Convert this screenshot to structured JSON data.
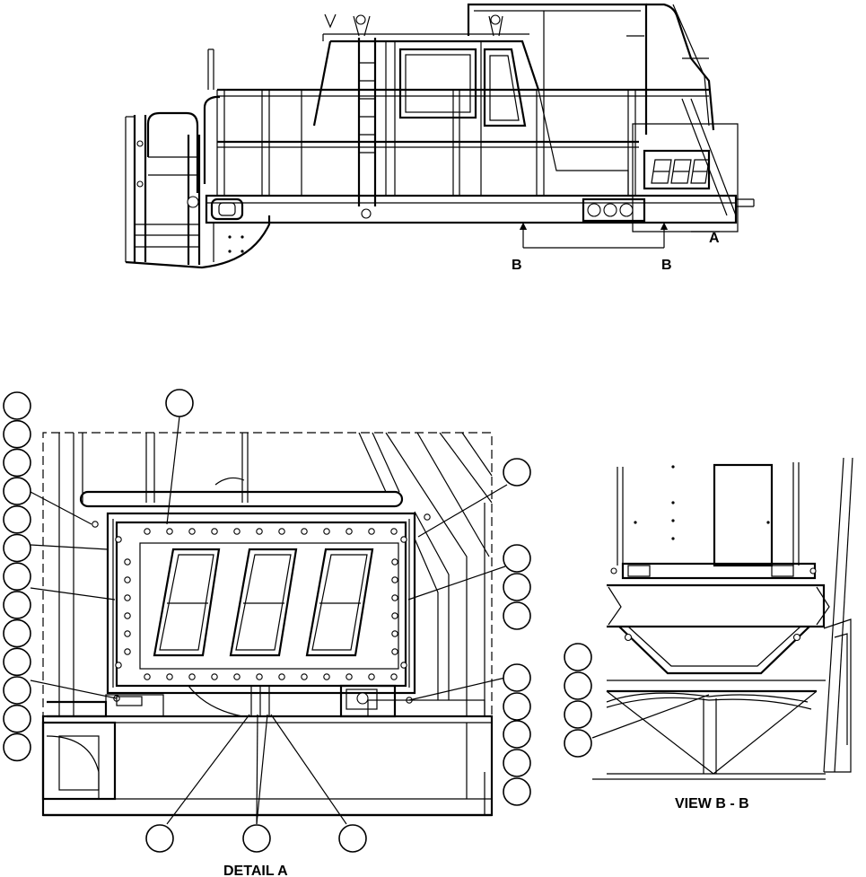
{
  "labels": {
    "section_a": "A",
    "section_b_left": "B",
    "section_b_right": "B",
    "detail_a_title": "DETAIL A",
    "view_bb_title": "VIEW B - B"
  },
  "callout_counts": {
    "detail_left_column": 13,
    "detail_top": 1,
    "detail_right_column": 9,
    "detail_bottom": 3,
    "view_bb_left_column": 4
  }
}
